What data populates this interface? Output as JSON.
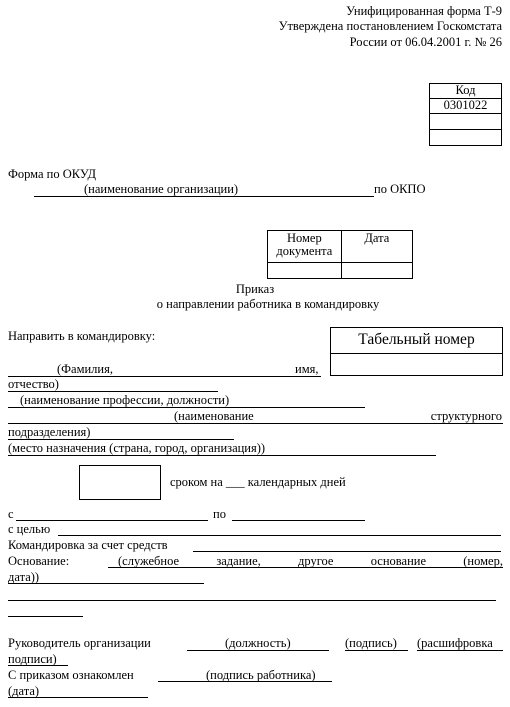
{
  "header": {
    "line1": "Унифицированная форма Т-9",
    "line2": "Утверждена постановлением Госкомстата",
    "line3": "России от 06.04.2001 г. № 26"
  },
  "code_box": {
    "label": "Код",
    "value": "0301022"
  },
  "form_okud": "Форма по ОКУД",
  "org_name": "(наименование организации)",
  "okpo": "по ОКПО",
  "doc_table": {
    "number": "Номер документа",
    "date": "Дата"
  },
  "title": {
    "line1": "Приказ",
    "line2": "о направлении работника в командировку"
  },
  "send_label": "Направить в командировку:",
  "tab_number": "Табельный номер",
  "fio": {
    "surname": "(Фамилия,",
    "name": "имя,",
    "patronymic": "отчество)"
  },
  "profession": "(наименование профессии, должности)",
  "subdivision": {
    "word1": "(наименование",
    "word2": "структурного",
    "word3": "подразделения)"
  },
  "destination": "(место назначения (страна, город, организация))",
  "term": "сроком на ___ календарных дней",
  "date_from": "с",
  "date_to": "по",
  "purpose": "с целью",
  "funding": "Командировка за счет средств",
  "basis": {
    "label": "Основание:",
    "w1": "(служебное",
    "w2": "задание,",
    "w3": "другое",
    "w4": "основание",
    "w5": "(номер,",
    "w6": "дата))"
  },
  "head": {
    "label": "Руководитель организации",
    "position": "(должность)",
    "signature": "(подпись)",
    "decoding": "(расшифровка",
    "decoding2": "подписи)"
  },
  "ack": {
    "label": "С приказом ознакомлен",
    "signature": "(подпись работника)",
    "date": "(дата)"
  }
}
